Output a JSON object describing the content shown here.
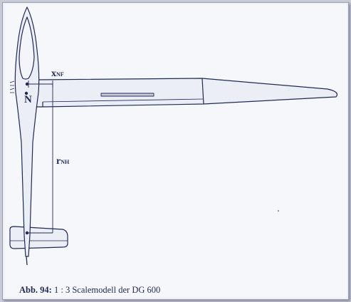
{
  "labels": {
    "xnf_main": "x",
    "xnf_sub": "NF",
    "n_point": "N",
    "rnh_main": "r",
    "rnh_sub": "NH"
  },
  "caption": {
    "figure": "Abb. 94:",
    "scale": "1 : 3",
    "text": "Scalemodell der DG 600"
  },
  "colors": {
    "ink": "#1f2a55",
    "fill": "#eceef6",
    "background": "#f6f7fb"
  }
}
